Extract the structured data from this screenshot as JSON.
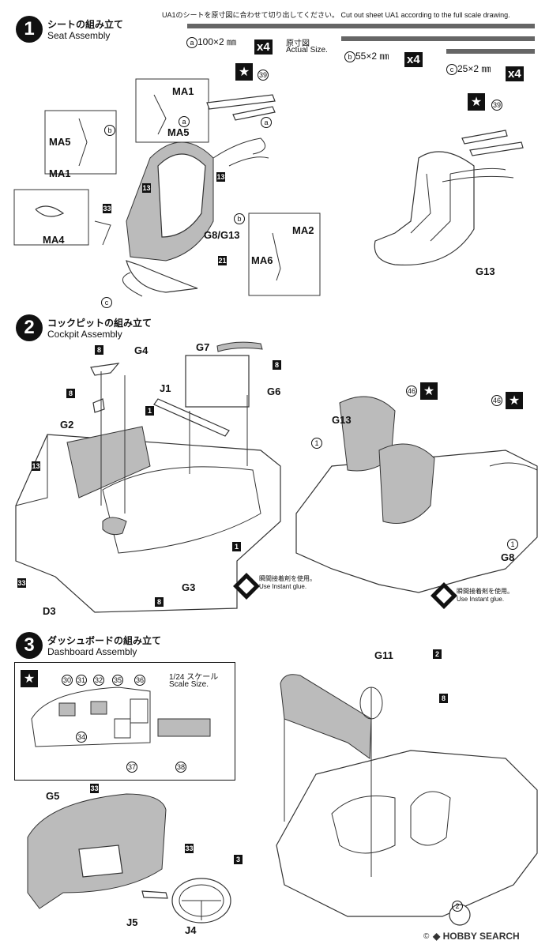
{
  "step1": {
    "number": "1",
    "title_jp": "シートの組み立て",
    "title_en": "Seat Assembly",
    "note": "UA1のシートを原寸図に合わせて切り出してください。 Cut out sheet UA1 according to the full scale drawing.",
    "actual_size_jp": "原寸図",
    "actual_size_en": "Actual Size.",
    "strips": [
      {
        "letter": "a",
        "size": "100×2 ㎜",
        "qty": "x4"
      },
      {
        "letter": "b",
        "size": "55×2 ㎜",
        "qty": "x4"
      },
      {
        "letter": "c",
        "size": "25×2 ㎜",
        "qty": "x4"
      }
    ],
    "labels": {
      "ma1_top": "MA1",
      "a_circ": "a",
      "ma5_top": "MA5",
      "ma5_left": "MA5",
      "b_left": "b",
      "ma1_left": "MA1",
      "n39_left": "39",
      "a_right": "a",
      "n13_a": "13",
      "n13_b": "13",
      "n33": "33",
      "ma4": "MA4",
      "b_bottom": "b",
      "g8g13": "G8/G13",
      "ma2": "MA2",
      "ma6": "MA6",
      "n21": "21",
      "c_bottom": "c",
      "n39_right": "39",
      "g13": "G13"
    }
  },
  "step2": {
    "number": "2",
    "title_jp": "コックピットの組み立て",
    "title_en": "Cockpit Assembly",
    "labels": {
      "n8_a": "8",
      "g4": "G4",
      "g7": "G7",
      "n8_b": "8",
      "j1": "J1",
      "g6": "G6",
      "n8_c": "8",
      "g2": "G2",
      "n1_a": "1",
      "n13": "13",
      "n1_b": "1",
      "n33": "33",
      "d3": "D3",
      "g3": "G3",
      "n8_d": "8",
      "n46_a": "46",
      "n46_b": "46",
      "g13": "G13",
      "circ1_a": "1",
      "circ1_b": "1",
      "g8": "G8"
    },
    "glue_jp": "瞬間接着剤を使用。",
    "glue_en": "Use Instant glue."
  },
  "step3": {
    "number": "3",
    "title_jp": "ダッシュボードの組み立て",
    "title_en": "Dashboard Assembly",
    "scale_jp": "1/24 スケール",
    "scale_en": "Scale Size.",
    "decals": [
      "30",
      "31",
      "32",
      "35",
      "36",
      "34",
      "37",
      "38"
    ],
    "labels": {
      "g5": "G5",
      "n33_a": "33",
      "n33_b": "33",
      "n3": "3",
      "j5": "J5",
      "j4": "J4",
      "g11": "G11",
      "n2": "2",
      "n8": "8",
      "circ2": "2"
    }
  },
  "watermark": "HOBBY SEARCH",
  "copyright": "©"
}
